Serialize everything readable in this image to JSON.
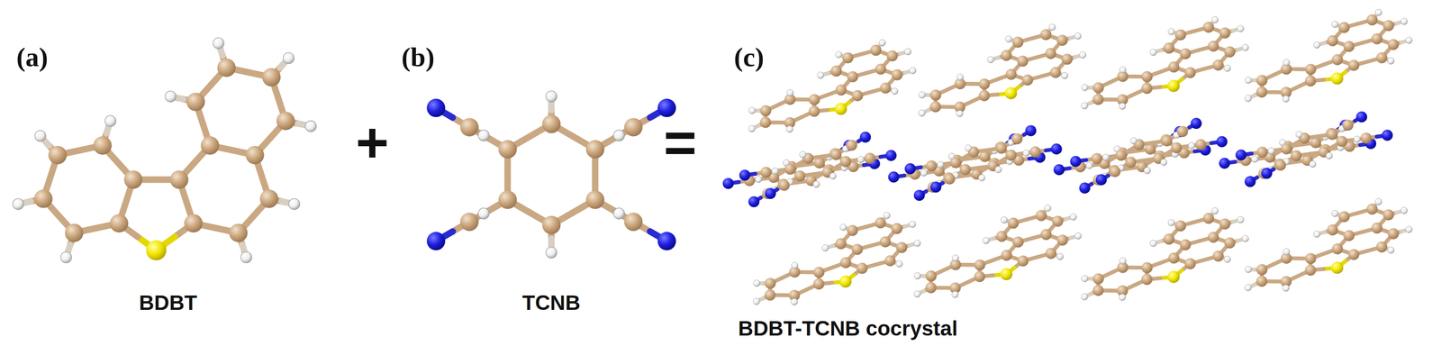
{
  "diagram": {
    "labels": [
      "(a)",
      "BDBT",
      "+",
      "(b)",
      "TCNB",
      "=",
      "(c)",
      "BDBT-TCNB cocrystal"
    ]
  }
}
